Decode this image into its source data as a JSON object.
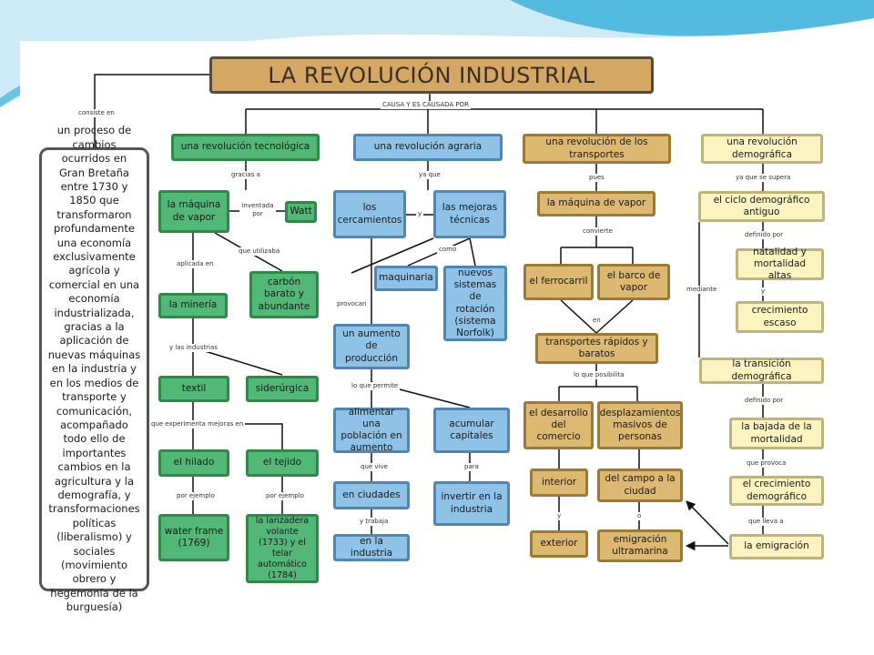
{
  "theme": {
    "accent": "#2aa9d8",
    "green": "#52b878",
    "blue": "#8ec2e6",
    "orange": "#dcb870",
    "yellow": "#fbf4c0",
    "title_bg": "#d4a763"
  },
  "title": "LA REVOLUCIÓN INDUSTRIAL",
  "definition": "un proceso de cambios ocurridos en Gran Bretaña entre 1730 y 1850 que transformaron profundamente una economía exclusivamente agrícola y comercial en una economía industrializada, gracias a la aplicación de nuevas máquinas en la industria y en los medios de transporte y comunicación, acompañado todo ello de importantes cambios en la agricultura y la demografía, y transformaciones políticas (liberalismo) y sociales (movimiento obrero y hegemonía de la burguesía)",
  "nodes": {
    "tec": "una revolución tecnológica",
    "agr": "una revolución agraria",
    "tra": "una revolución de los transportes",
    "dem": "una revolución demográfica",
    "maqvap": "la máquina de vapor",
    "watt": "Watt",
    "carbon": "carbón barato y abundante",
    "mineria": "la minería",
    "textil": "textil",
    "siderurgica": "siderúrgica",
    "hilado": "el hilado",
    "tejido": "el tejido",
    "waterframe": "water frame (1769)",
    "lanzadera": "la lanzadera volante (1733) y el telar automático (1784)",
    "cercamientos": "los cercamientos",
    "mejoras": "las mejoras técnicas",
    "maquinaria": "maquinaria",
    "norfolk": "nuevos sistemas de rotación (sistema Norfolk)",
    "aumento": "un aumento de producción",
    "alimentar": "alimentar una población en aumento",
    "acumular": "acumular capitales",
    "ciudades": "en ciudades",
    "invertir": "invertir en la industria",
    "enindustria": "en la industria",
    "maqvap2": "la máquina de vapor",
    "ferrocarril": "el ferrocarril",
    "barco": "el barco de vapor",
    "rapidos": "transportes rápidos y baratos",
    "desarrollo": "el desarrollo del comercio",
    "desplazamientos": "desplazamientos masivos de personas",
    "interior": "interior",
    "exterior": "exterior",
    "campo": "del campo a la ciudad",
    "emigracion_ultra": "emigración ultramarina",
    "ciclo": "el ciclo demográfico antiguo",
    "natalidad": "natalidad y mortalidad altas",
    "crecimiento_escaso": "crecimiento escaso",
    "transicion": "la transición demográfica",
    "bajada": "la bajada de la mortalidad",
    "crecimiento_dem": "el crecimiento demográfico",
    "emigracion": "la emigración"
  },
  "links": {
    "consiste": "consiste en",
    "causa": "CAUSA Y ES CAUSADA POR",
    "gracias": "gracias a",
    "inventada": "inventada por",
    "utilizaba": "que utilizaba",
    "aplicada": "aplicada en",
    "industrias": "y las industrias",
    "experimenta": "que experimenta mejoras en",
    "ejemplo1": "por ejemplo",
    "ejemplo2": "por ejemplo",
    "yaque": "ya que",
    "y1": "y",
    "como": "como",
    "provocan": "provocan",
    "permite": "lo que permite",
    "vive": "que vive",
    "para": "para",
    "trabaja": "y trabaja",
    "pues": "pues",
    "convierte": "convierte",
    "en": "en",
    "posibilita": "lo que posibilita",
    "y2": "y",
    "o": "o",
    "supera": "ya que se supera",
    "definido1": "definido por",
    "y3": "y",
    "mediante": "mediante",
    "definido2": "definido por",
    "provoca": "que provoca",
    "lleva": "que lleva a"
  }
}
